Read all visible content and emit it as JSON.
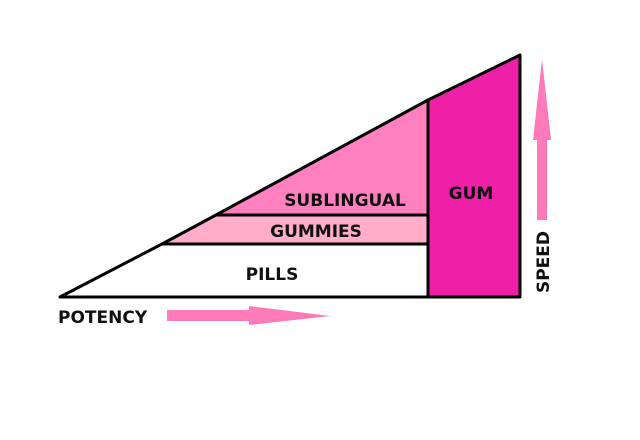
{
  "diagram": {
    "type": "stacked-wedge",
    "regions": [
      {
        "id": "pills",
        "label": "PILLS",
        "color": "#ffffff"
      },
      {
        "id": "gummies",
        "label": "GUMMIES",
        "color": "#ffadc9"
      },
      {
        "id": "sublingual",
        "label": "SUBLINGUAL",
        "color": "#ff80bf"
      },
      {
        "id": "gum",
        "label": "GUM",
        "color": "#ee20a8"
      }
    ],
    "axes": {
      "x_label": "POTENCY",
      "y_label": "SPEED",
      "arrow_color": "#ff7ab8"
    },
    "outline_color": "#000000"
  }
}
